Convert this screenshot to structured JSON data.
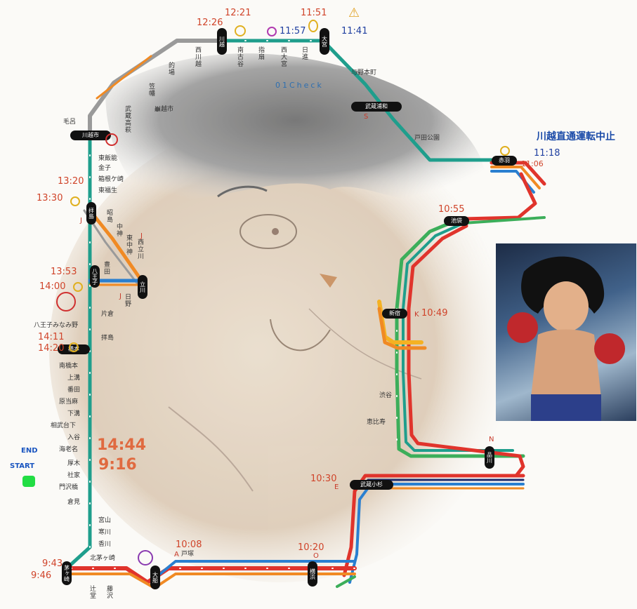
{
  "map": {
    "notice": "川越直通運転中止",
    "check_label": "01Check",
    "current_time": "14:44",
    "start_time": "9:16",
    "end_label": "END",
    "start_label": "START",
    "colors": {
      "green": "#3cae5a",
      "teal": "#1f9e8c",
      "red": "#e0342c",
      "orange": "#f08a24",
      "blue": "#2a7fd0",
      "gray": "#9a9a9a",
      "time_red": "#d0442a",
      "time_blue": "#1f3fa0"
    },
    "times": [
      "12:21",
      "11:51",
      "12:26",
      "11:57",
      "11:41",
      "11:18",
      "11:06",
      "10:55",
      "10:49",
      "10:30",
      "10:20",
      "10:08",
      "9:43",
      "9:46",
      "13:20",
      "13:30",
      "13:53",
      "14:00",
      "14:11",
      "14:20"
    ],
    "stations": [
      "与野本町",
      "戸田公園",
      "毛呂",
      "武蔵高萩",
      "川越市",
      "東飯能",
      "金子",
      "箱根ケ崎",
      "東福生",
      "拝島",
      "八王子みなみ野",
      "相原",
      "南橋本",
      "上溝",
      "番田",
      "原当麻",
      "下溝",
      "相武台下",
      "入谷",
      "海老名",
      "厚木",
      "社家",
      "門沢橋",
      "倉見",
      "宮山",
      "寒川",
      "香川",
      "北茅ヶ崎",
      "辻堂",
      "藤沢",
      "戸塚",
      "渋谷",
      "恵比寿",
      "的場",
      "笠幡",
      "西川越",
      "南古谷",
      "指扇",
      "西大宮",
      "日進",
      "昭島",
      "中神",
      "東中神",
      "西立川",
      "日野",
      "豊田",
      "片倉"
    ],
    "line_letters": [
      "J",
      "J",
      "J",
      "E",
      "N",
      "K",
      "A",
      "O",
      "S"
    ]
  }
}
